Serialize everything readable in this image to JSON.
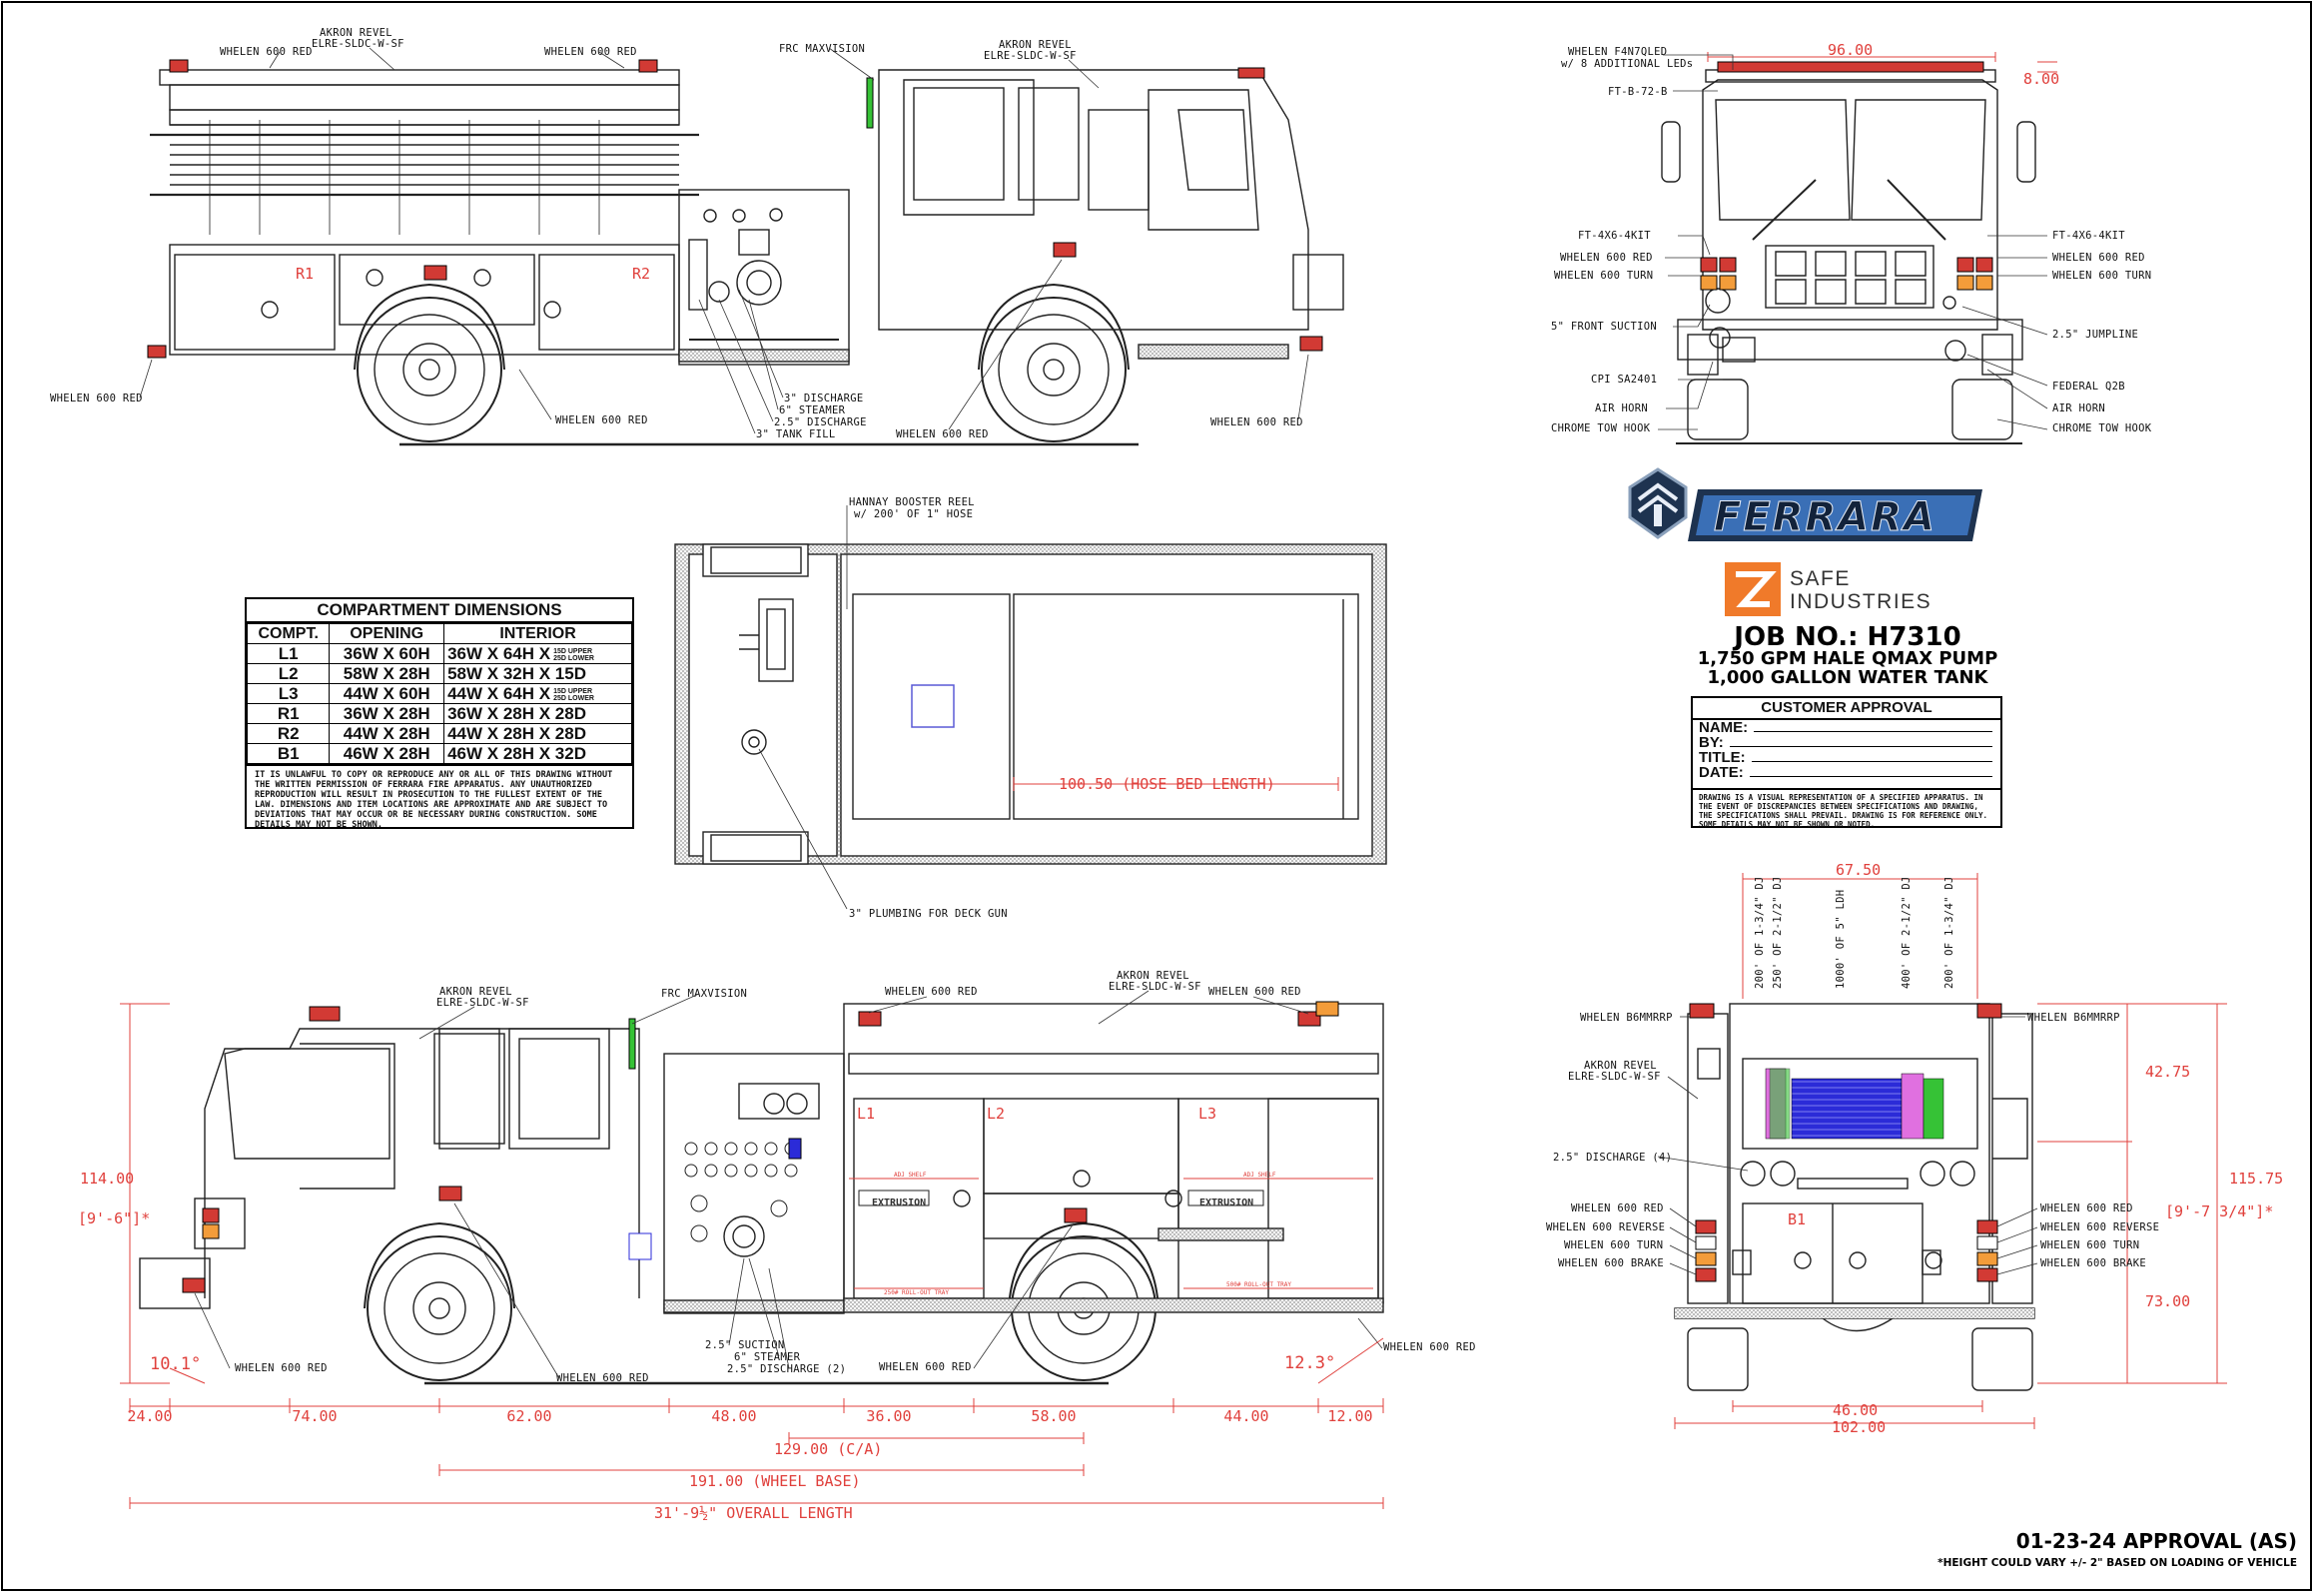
{
  "colors": {
    "ink": "#111111",
    "dimension_red": "#e0403c",
    "blue_hose": "#2b2bd8",
    "pink_hose": "#e070e0",
    "green_hose": "#36c236",
    "logo_navy": "#1e3350",
    "logo_blue": "#3a6fb6",
    "safe_orange": "#f07a2a"
  },
  "top_view_labels": {
    "whelen_600_red_left": "WHELEN 600 RED",
    "akron_revel": "AKRON REVEL",
    "akron_model": "ELRE-SLDC-W-SF",
    "whelen_600_red_mid": "WHELEN 600 RED",
    "frc_maxvision": "FRC MAXVISION",
    "akron_revel_2": "AKRON REVEL",
    "akron_model_2": "ELRE-SLDC-W-SF",
    "whelen_600_red_rear": "WHELEN 600 RED",
    "whelen_600_red_wheel": "WHELEN 600 RED",
    "discharge_3": "3\" DISCHARGE",
    "steamer_6": "6\" STEAMER",
    "discharge_25": "2.5\" DISCHARGE",
    "tank_fill": "3\" TANK FILL",
    "whelen_600_red_bottom": "WHELEN 600 RED",
    "whelen_600_red_front": "WHELEN 600 RED",
    "r1": "R1",
    "r2": "R2"
  },
  "front_view": {
    "width_dim": "96.00",
    "height_dim": "8.00",
    "light_bar": "WHELEN F4N7QLED",
    "light_bar_2": "w/ 8 ADDITIONAL LEDs",
    "ft_b": "FT-B-72-B",
    "ft_kit_left": "FT-4X6-4KIT",
    "ft_kit_right": "FT-4X6-4KIT",
    "red_left": "WHELEN 600 RED",
    "turn_left": "WHELEN 600 TURN",
    "red_right": "WHELEN 600 RED",
    "turn_right": "WHELEN 600 TURN",
    "front_suction": "5\" FRONT SUCTION",
    "jumpline": "2.5\" JUMPLINE",
    "cpi": "CPI SA2401",
    "federal": "FEDERAL Q2B",
    "air_horn_left": "AIR HORN",
    "air_horn_right": "AIR HORN",
    "tow_left": "CHROME TOW HOOK",
    "tow_right": "CHROME TOW HOOK"
  },
  "brand": {
    "ferrara": "FERRARA",
    "safe_1": "SAFE",
    "safe_2": "INDUSTRIES",
    "job": "JOB NO.: H7310",
    "pump": "1,750 GPM HALE QMAX PUMP",
    "tank": "1,000 GALLON WATER TANK"
  },
  "approval": {
    "title": "CUSTOMER APPROVAL",
    "fields": [
      "NAME:",
      "BY:",
      "TITLE:",
      "DATE:"
    ],
    "note": "DRAWING IS A VISUAL REPRESENTATION OF A SPECIFIED APPARATUS. IN THE EVENT OF DISCREPANCIES BETWEEN SPECIFICATIONS AND DRAWING, THE SPECIFICATIONS SHALL PREVAIL. DRAWING IS FOR REFERENCE ONLY. SOME DETAILS MAY NOT BE SHOWN OR NOTED."
  },
  "compartments": {
    "title": "COMPARTMENT DIMENSIONS",
    "headers": [
      "COMPT.",
      "OPENING",
      "INTERIOR"
    ],
    "rows": [
      {
        "c": "L1",
        "o": "36W X 60H",
        "i": "36W X 64H X",
        "s1": "15D UPPER",
        "s2": "25D LOWER"
      },
      {
        "c": "L2",
        "o": "58W X 28H",
        "i": "58W X 32H X 15D",
        "s1": "",
        "s2": ""
      },
      {
        "c": "L3",
        "o": "44W X 60H",
        "i": "44W X 64H X",
        "s1": "15D UPPER",
        "s2": "25D LOWER"
      },
      {
        "c": "R1",
        "o": "36W X 28H",
        "i": "36W X 28H X 28D",
        "s1": "",
        "s2": ""
      },
      {
        "c": "R2",
        "o": "44W X 28H",
        "i": "44W X 28H X 28D",
        "s1": "",
        "s2": ""
      },
      {
        "c": "B1",
        "o": "46W X 28H",
        "i": "46W X 28H X 32D",
        "s1": "",
        "s2": ""
      }
    ],
    "note": "IT IS UNLAWFUL TO COPY OR REPRODUCE ANY OR ALL OF THIS DRAWING WITHOUT THE WRITTEN PERMISSION OF FERRARA FIRE APPARATUS. ANY UNAUTHORIZED REPRODUCTION WILL RESULT IN PROSECUTION TO THE FULLEST EXTENT OF THE LAW. DIMENSIONS AND ITEM LOCATIONS ARE APPROXIMATE AND ARE SUBJECT TO DEVIATIONS THAT MAY OCCUR OR BE NECESSARY DURING CONSTRUCTION. SOME DETAILS MAY NOT BE SHOWN."
  },
  "plan_view": {
    "booster_reel": "HANNAY BOOSTER REEL",
    "booster_reel_2": "w/ 200' OF 1\" HOSE",
    "hose_bed": "100.50 (HOSE BED LENGTH)",
    "deck_gun": "3\" PLUMBING FOR DECK GUN"
  },
  "left_view": {
    "akron": "AKRON REVEL",
    "akron_model": "ELRE-SLDC-W-SF",
    "frc": "FRC MAXVISION",
    "whelen_red_top": "WHELEN 600 RED",
    "akron_2": "AKRON REVEL",
    "akron_model_2": "ELRE-SLDC-W-SF",
    "whelen_red_rear": "WHELEN 600 RED",
    "l1": "L1",
    "l2": "L2",
    "l3": "L3",
    "extrusion_1": "EXTRUSION",
    "extrusion_2": "EXTRUSION",
    "adj_shelf_1": "ADJ SHELF",
    "adj_shelf_2": "ADJ SHELF",
    "rollout_1": "250# ROLL-OUT TRAY",
    "rollout_2": "500# ROLL-OUT TRAY",
    "height": "114.00",
    "height_ft": "[9'-6\"]*",
    "angle_front": "10.1°",
    "angle_rear": "12.3°",
    "whelen_front_bottom": "WHELEN 600 RED",
    "whelen_600_mid": "WHELEN 600 RED",
    "whelen_wheel": "WHELEN 600 RED",
    "whelen_rear_bottom": "WHELEN 600 RED",
    "suction": "2.5\" SUCTION",
    "steamer": "6\" STEAMER",
    "discharge": "2.5\" DISCHARGE (2)",
    "dims_row": [
      "24.00",
      "74.00",
      "62.00",
      "48.00",
      "36.00",
      "58.00",
      "44.00",
      "12.00"
    ],
    "ca": "129.00 (C/A)",
    "wheelbase": "191.00 (WHEEL BASE)",
    "overall": "31'-9½\" OVERALL LENGTH"
  },
  "rear_view": {
    "width_top": "67.50",
    "hose_1": "200' OF 1-3/4\" DJ",
    "hose_2": "250' OF 2-1/2\" DJ",
    "hose_3": "1000' OF 5\" LDH",
    "hose_4": "400' OF 2-1/2\" DJ",
    "hose_5": "200' OF 1-3/4\" DJ",
    "b6_left": "WHELEN B6MMRRP",
    "b6_right": "WHELEN B6MMRRP",
    "akron": "AKRON REVEL",
    "akron_model": "ELRE-SLDC-W-SF",
    "discharge4": "2.5\" DISCHARGE (4)",
    "red_l": "WHELEN 600 RED",
    "rev_l": "WHELEN 600 REVERSE",
    "turn_l": "WHELEN 600 TURN",
    "brake_l": "WHELEN 600 BRAKE",
    "red_r": "WHELEN 600 RED",
    "rev_r": "WHELEN 600 REVERSE",
    "turn_r": "WHELEN 600 TURN",
    "brake_r": "WHELEN 600 BRAKE",
    "b1": "B1",
    "dim_42": "42.75",
    "dim_115": "115.75",
    "dim_115_ft": "[9'-7 3/4\"]*",
    "dim_73": "73.00",
    "dim_46": "46.00",
    "dim_102": "102.00"
  },
  "footer": {
    "approval": "01-23-24 APPROVAL (AS)",
    "note": "*HEIGHT COULD VARY +/- 2\" BASED ON LOADING OF VEHICLE"
  }
}
